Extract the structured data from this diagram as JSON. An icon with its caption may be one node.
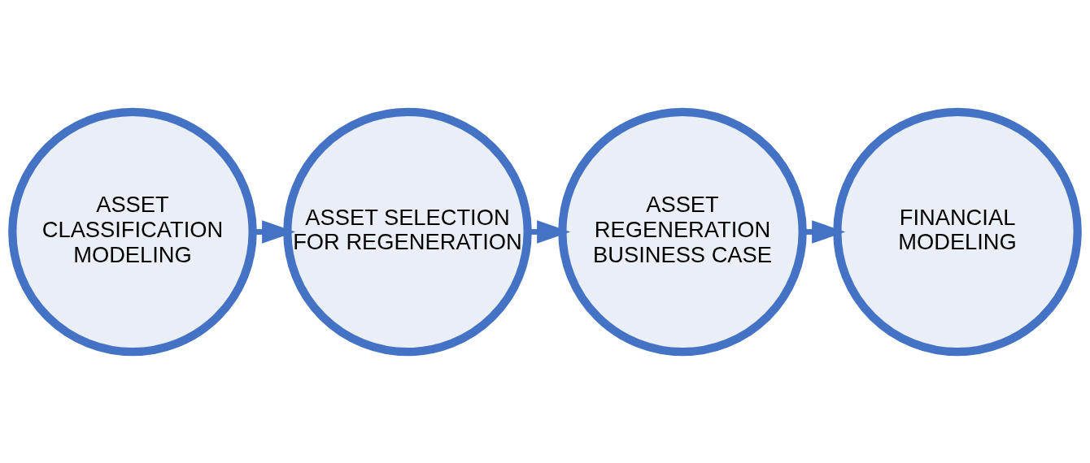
{
  "diagram": {
    "nodes": [
      {
        "text": [
          "ASSET CLASSIFICATION MODELING"
        ]
      },
      {
        "text": [
          "ASSET SELECTION FOR REGENERATION"
        ]
      },
      {
        "text": [
          "ASSET REGENERATION BUSINESS CASE"
        ]
      },
      {
        "text": [
          "FINANCIAL MODELING"
        ]
      }
    ],
    "edges": [
      {
        "from": 0,
        "to": 1,
        "arrow": "to"
      },
      {
        "from": 1,
        "to": 2,
        "arrow": "to"
      },
      {
        "from": 2,
        "to": 3,
        "arrow": "to"
      }
    ]
  }
}
